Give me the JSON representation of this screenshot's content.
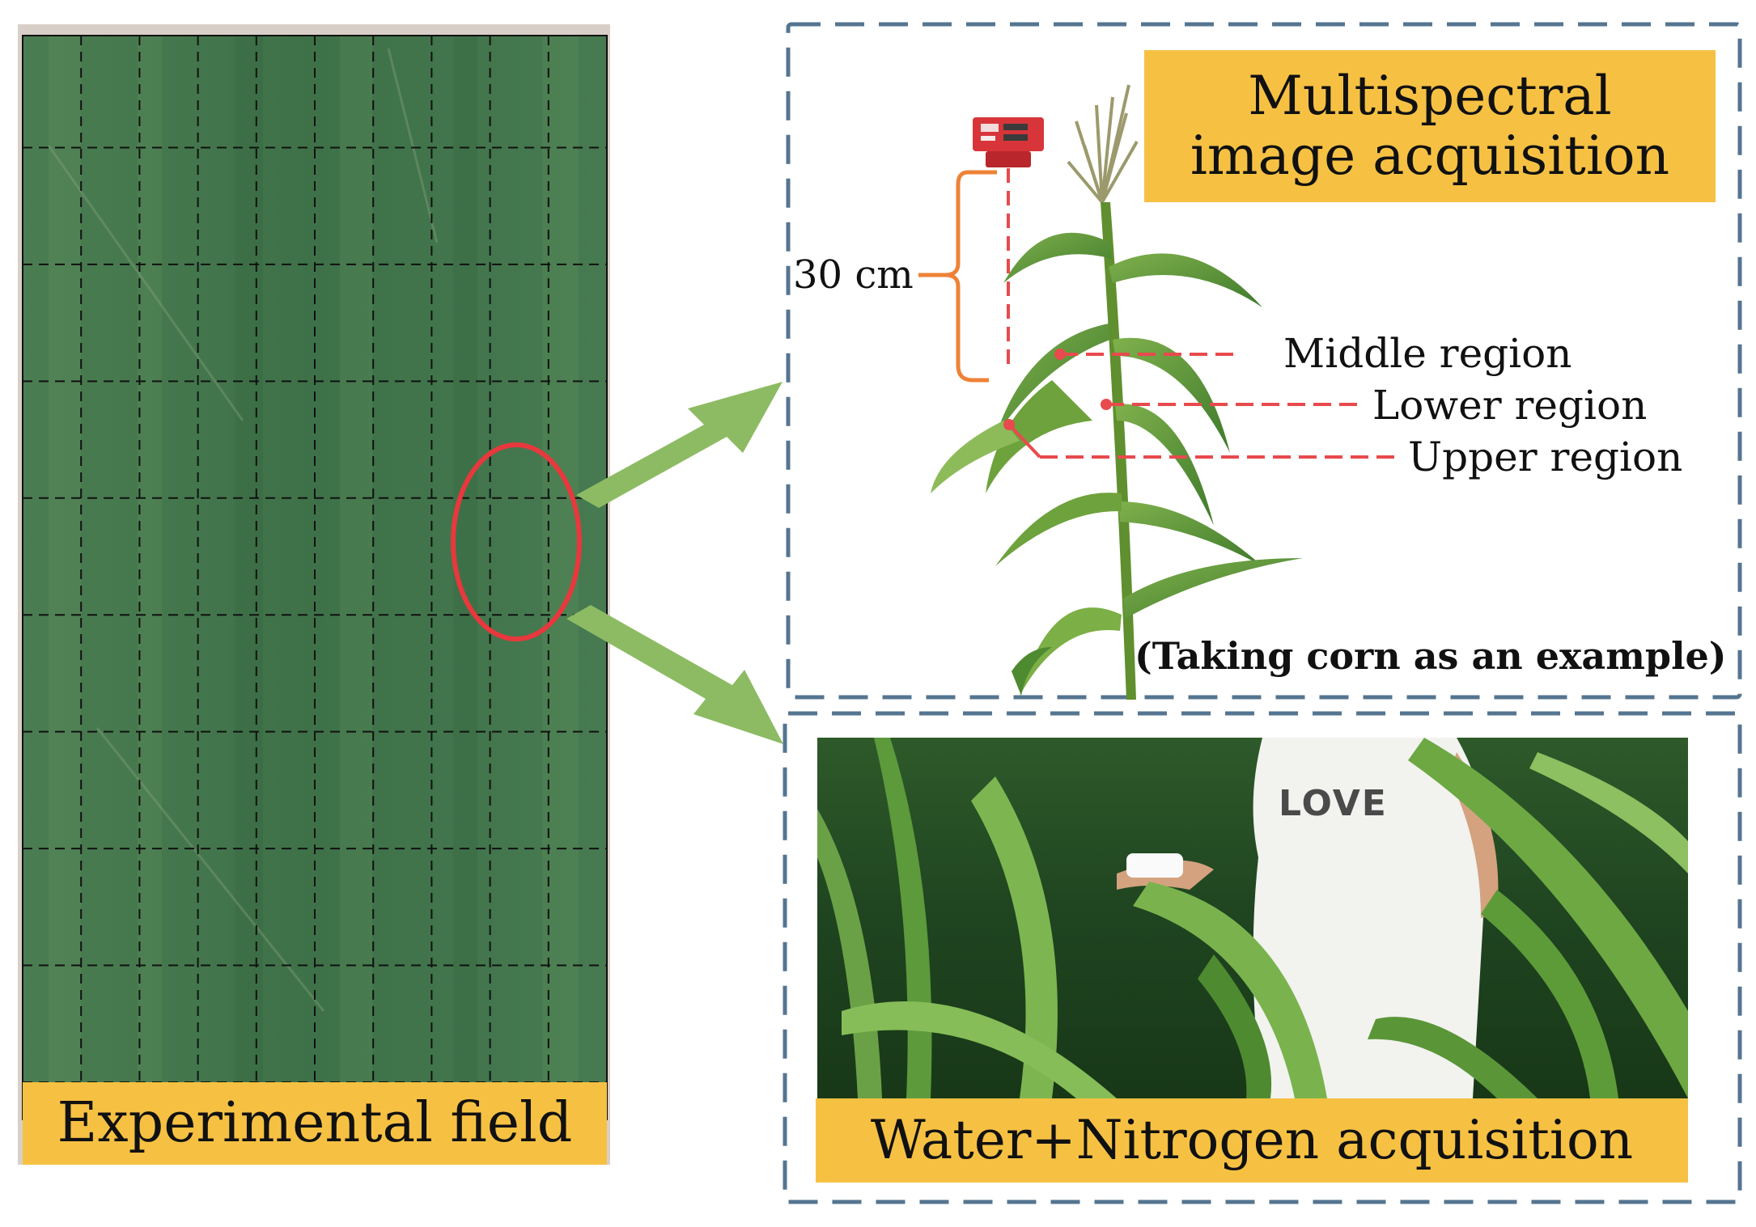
{
  "field": {
    "label": "Experimental field",
    "grid_columns": 10,
    "grid_rows": 9
  },
  "multispectral": {
    "title_line1": "Multispectral",
    "title_line2": "image acquisition",
    "distance_label": "30 cm",
    "regions": [
      "Middle region",
      "Lower region",
      "Upper region"
    ],
    "example_note": "(Taking corn as an example)"
  },
  "water_nitrogen": {
    "label": "Water+Nitrogen acquisition",
    "shirt_text": "LOVE"
  },
  "colors": {
    "label_fill": "#F6C143",
    "panel_border": "#557590",
    "arrow": "#8DBB63",
    "highlight": "#E8383D",
    "region_line": "#E84A4D",
    "bracket": "#EE8236",
    "field_green": "#3E7449"
  }
}
